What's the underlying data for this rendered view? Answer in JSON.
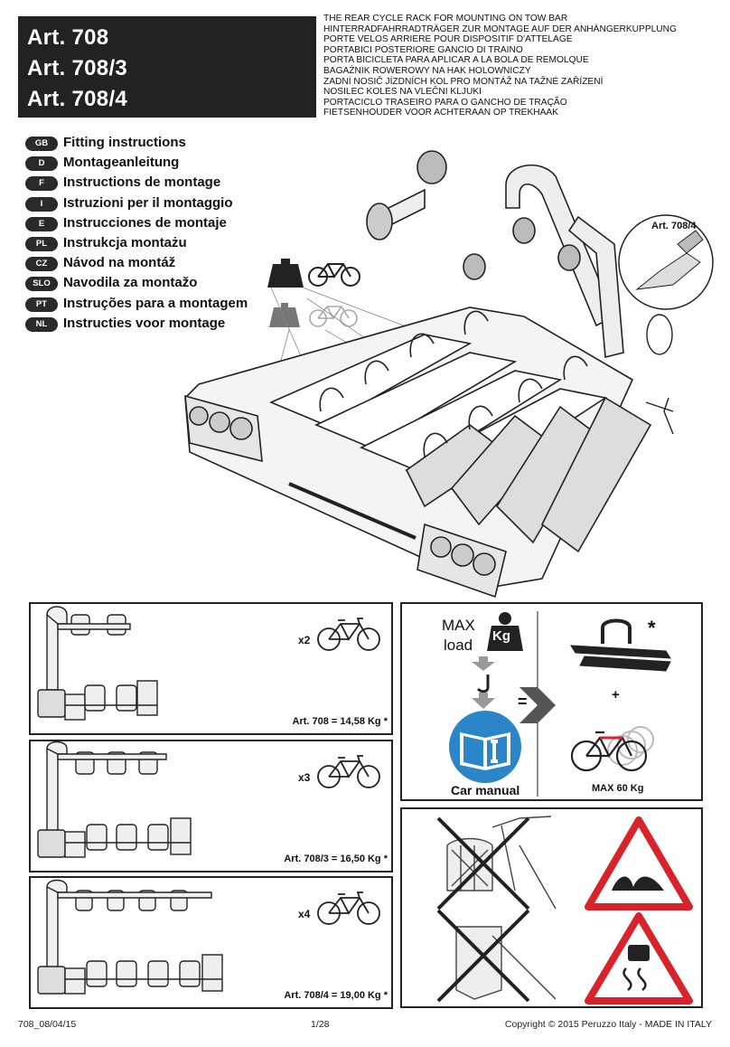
{
  "header": {
    "art_lines": [
      "Art. 708",
      "Art. 708/3",
      "Art. 708/4"
    ],
    "titles": [
      "THE REAR CYCLE RACK FOR MOUNTING ON TOW BAR",
      "HINTERRADFAHRRADTRÄGER ZUR MONTAGE AUF DER ANHÄNGERKUPPLUNG",
      "PORTE VELOS ARRIERE POUR DISPOSITIF D'ATTELAGE",
      "PORTABICI POSTERIORE GANCIO DI TRAINO",
      "PORTA BICICLETA PARA APLICAR A LA BOLA DE REMOLQUE",
      "BAGAŻNIK ROWEROWY NA HAK HOLOWNICZY",
      "ZADNÍ NOSIČ JÍZDNÍCH KOL PRO MONTÁŽ NA TAŽNÉ ZAŘÍZENÍ",
      "NOSILEC KOLES NA VLEČNI KLJUKI",
      "PORTACICLO TRASEIRO PARA O GANCHO DE TRAÇÃO",
      "FIETSENHOUDER VOOR ACHTERAAN OP TREKHAAK"
    ]
  },
  "languages": [
    {
      "code": "GB",
      "text": "Fitting instructions"
    },
    {
      "code": "D",
      "text": "Montageanleitung"
    },
    {
      "code": "F",
      "text": "Instructions de montage"
    },
    {
      "code": "I",
      "text": "Istruzioni per il montaggio"
    },
    {
      "code": "E",
      "text": "Instrucciones de montaje"
    },
    {
      "code": "PL",
      "text": "Instrukcja montażu"
    },
    {
      "code": "CZ",
      "text": "Návod na montáž"
    },
    {
      "code": "SLO",
      "text": "Navodila za montažo"
    },
    {
      "code": "PT",
      "text": "Instruções para a montagem"
    },
    {
      "code": "NL",
      "text": "Instructies voor montage"
    }
  ],
  "main_illustration": {
    "callout_label": "Art. 708/4"
  },
  "variants": [
    {
      "count": "x2",
      "weight": "Art. 708 = 14,58 Kg *"
    },
    {
      "count": "x3",
      "weight": "Art. 708/3 = 16,50 Kg *"
    },
    {
      "count": "x4",
      "weight": "Art. 708/4 = 19,00 Kg *"
    }
  ],
  "load_panel": {
    "max": "MAX",
    "load": "load",
    "kg": "Kg",
    "equals": "=",
    "car_manual": "Car manual",
    "asterisk": "*",
    "plus": "+",
    "max_weight": "MAX 60 Kg"
  },
  "footer": {
    "left": "708_08/04/15",
    "middle": "1/28",
    "right": "Copyright  ©  2015 Peruzzo Italy - MADE IN ITALY"
  },
  "colors": {
    "dark": "#222222",
    "blue": "#2a86c8",
    "red_sign": "#d8232a",
    "gray": "#777777"
  }
}
